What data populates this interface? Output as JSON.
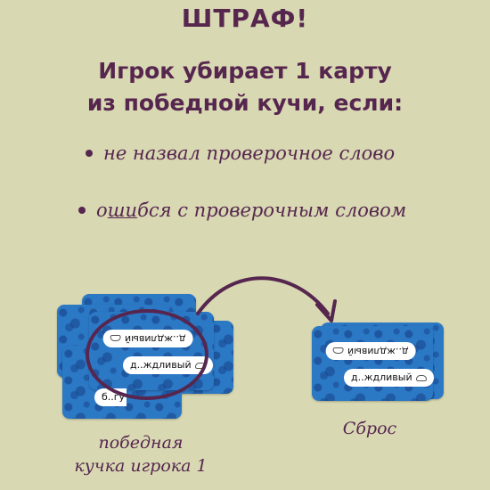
{
  "header": {
    "title": "ШТРАФ!"
  },
  "rule": {
    "line1": "Игрок убирает 1 карту",
    "line2": "из победной кучи, если:"
  },
  "conditions": [
    {
      "text": "не назвал проверочное слово"
    },
    {
      "prefix": "о",
      "underlined": "ши",
      "suffix": "бся с проверочным словом"
    }
  ],
  "left_pile": {
    "top_word_flipped": "д..ждливый",
    "middle_word": "д..ждливый",
    "bottom_word": "б..гу",
    "caption_line1": "победная",
    "caption_line2": "кучка игрока 1"
  },
  "right_pile": {
    "top_word_flipped": "д..ждливый",
    "middle_word": "д..ждливый",
    "caption": "Сброс"
  },
  "colors": {
    "background": "#d8d8b2",
    "accent": "#56264f",
    "card": "#2b78c5"
  }
}
